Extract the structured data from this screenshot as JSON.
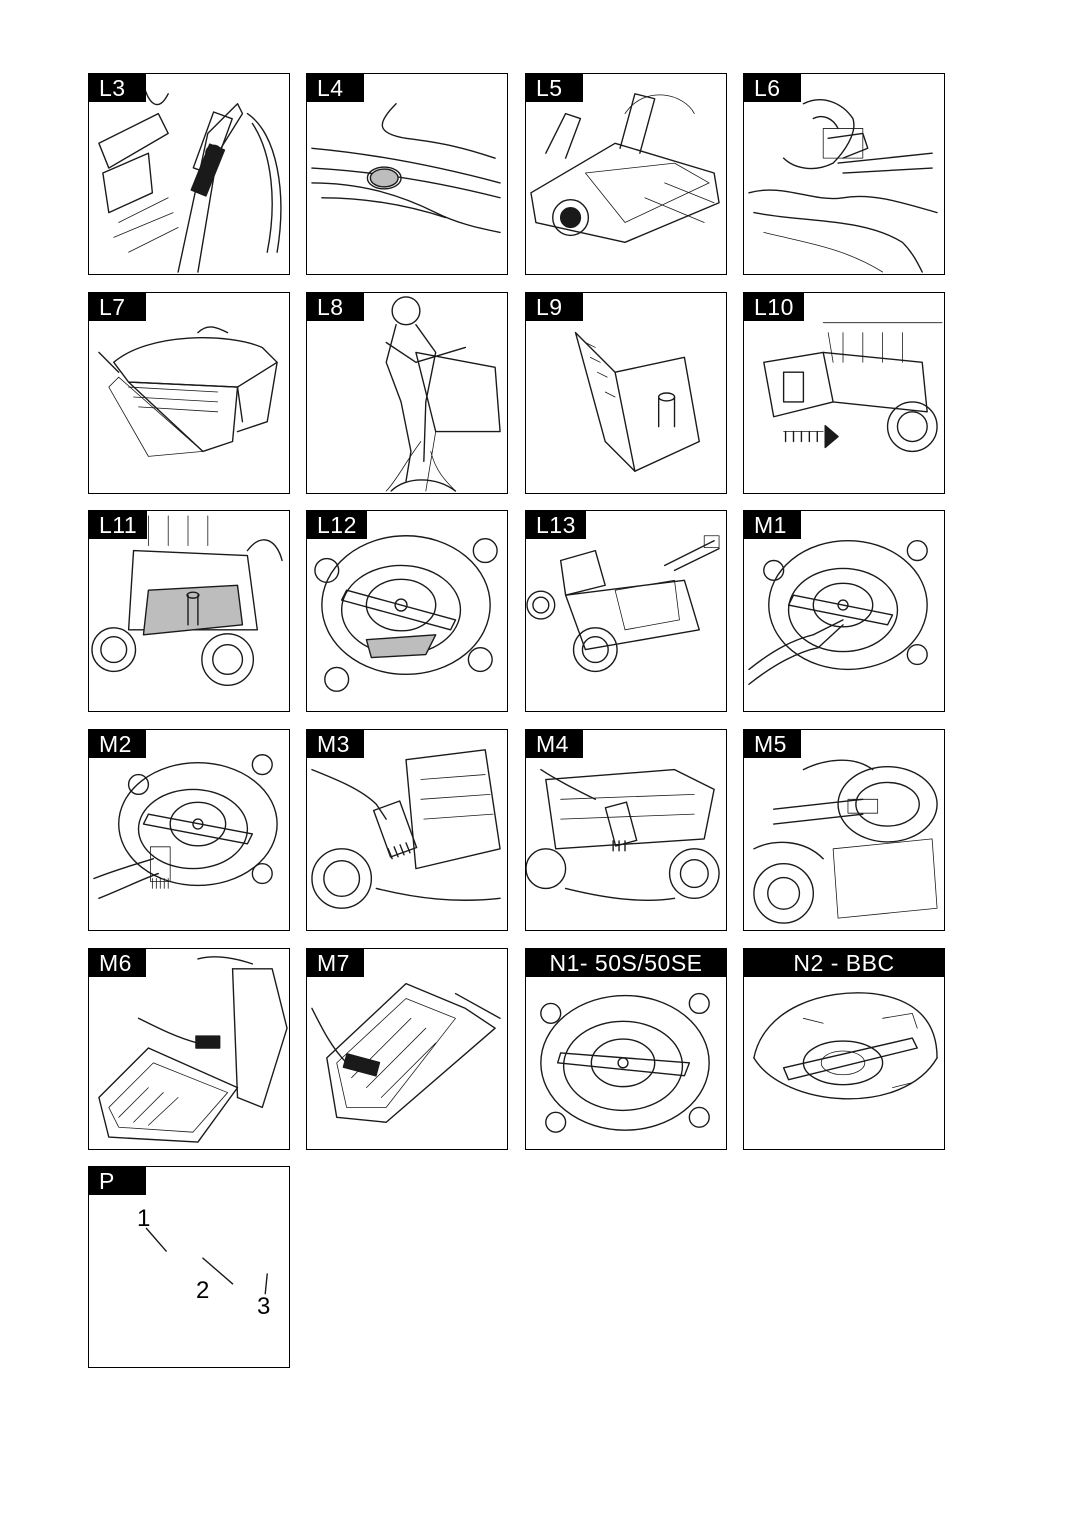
{
  "panels": [
    {
      "label": "L3",
      "icon": "mower-handle-lever-illustration"
    },
    {
      "label": "L4",
      "icon": "housing-plug-illustration"
    },
    {
      "label": "L5",
      "icon": "attach-grass-catcher-illustration"
    },
    {
      "label": "L6",
      "icon": "hand-hook-bag-illustration"
    },
    {
      "label": "L7",
      "icon": "grass-catcher-bag-illustration"
    },
    {
      "label": "L8",
      "icon": "person-emptying-catcher-illustration"
    },
    {
      "label": "L9",
      "icon": "mulch-plug-illustration"
    },
    {
      "label": "L10",
      "icon": "insert-mulch-plug-illustration"
    },
    {
      "label": "L11",
      "icon": "mulch-plug-installed-illustration"
    },
    {
      "label": "L12",
      "icon": "mower-underside-blade-illustration"
    },
    {
      "label": "L13",
      "icon": "mower-hose-cleaning-illustration"
    },
    {
      "label": "M1",
      "icon": "underside-hose-wash-illustration"
    },
    {
      "label": "M2",
      "icon": "underside-brush-illustration"
    },
    {
      "label": "M3",
      "icon": "engine-brush-cleaning-illustration"
    },
    {
      "label": "M4",
      "icon": "deck-brush-cleaning-illustration"
    },
    {
      "label": "M5",
      "icon": "wheel-brush-cleaning-illustration"
    },
    {
      "label": "M6",
      "icon": "catcher-frame-brush-illustration"
    },
    {
      "label": "M7",
      "icon": "catcher-basket-brush-illustration"
    },
    {
      "label": "N1- 50S/50SE",
      "icon": "blade-type-50s-illustration"
    },
    {
      "label": "N2 - BBC",
      "icon": "blade-type-bbc-illustration"
    },
    {
      "label": "P",
      "icon": "parts-callout-diagram"
    }
  ],
  "callouts": [
    "1",
    "2",
    "3"
  ]
}
